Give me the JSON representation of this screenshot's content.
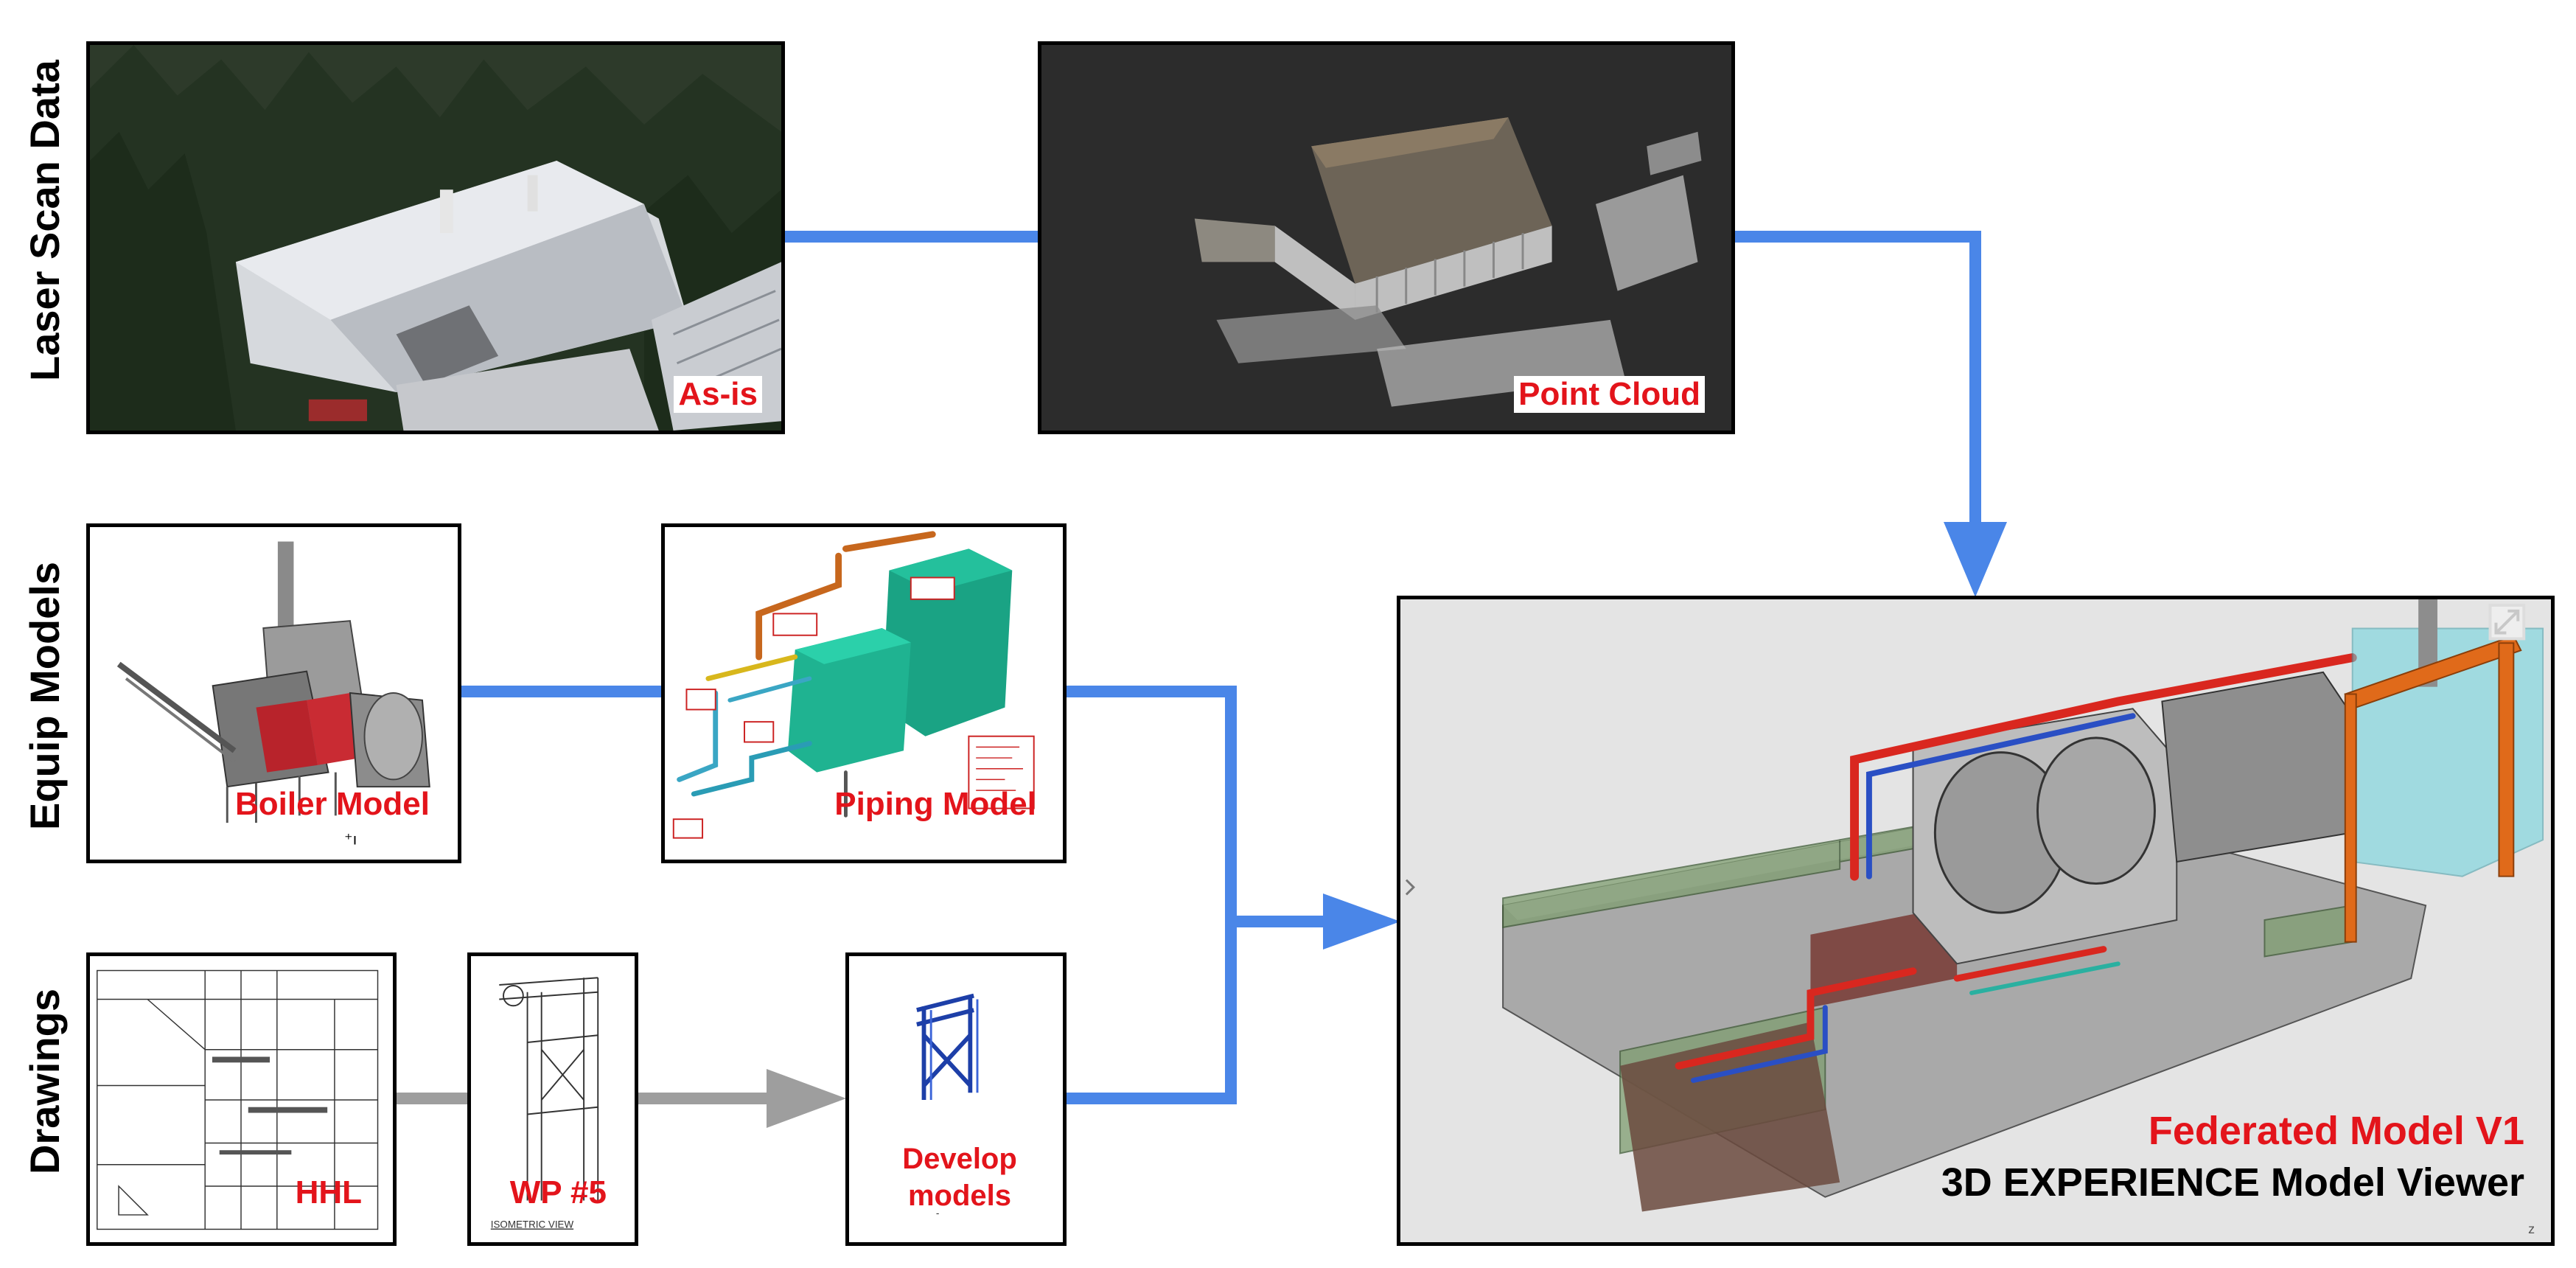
{
  "rows": {
    "laser": "Laser Scan Data",
    "equip": "Equip Models",
    "drawings": "Drawings"
  },
  "panels": {
    "as_is": "As-is",
    "point_cloud": "Point Cloud",
    "boiler_model": "Boiler Model",
    "piping_model": "Piping Model",
    "hhl": "HHL",
    "wp5": "WP #5",
    "develop_line1": "Develop",
    "develop_line2": "models",
    "federated_title": "Federated Model V1",
    "federated_subtitle": "3D EXPERIENCE Model Viewer"
  },
  "colors": {
    "flow_blue": "#4a86e8",
    "flow_gray": "#9e9e9e",
    "caption_red": "#e3141b"
  }
}
